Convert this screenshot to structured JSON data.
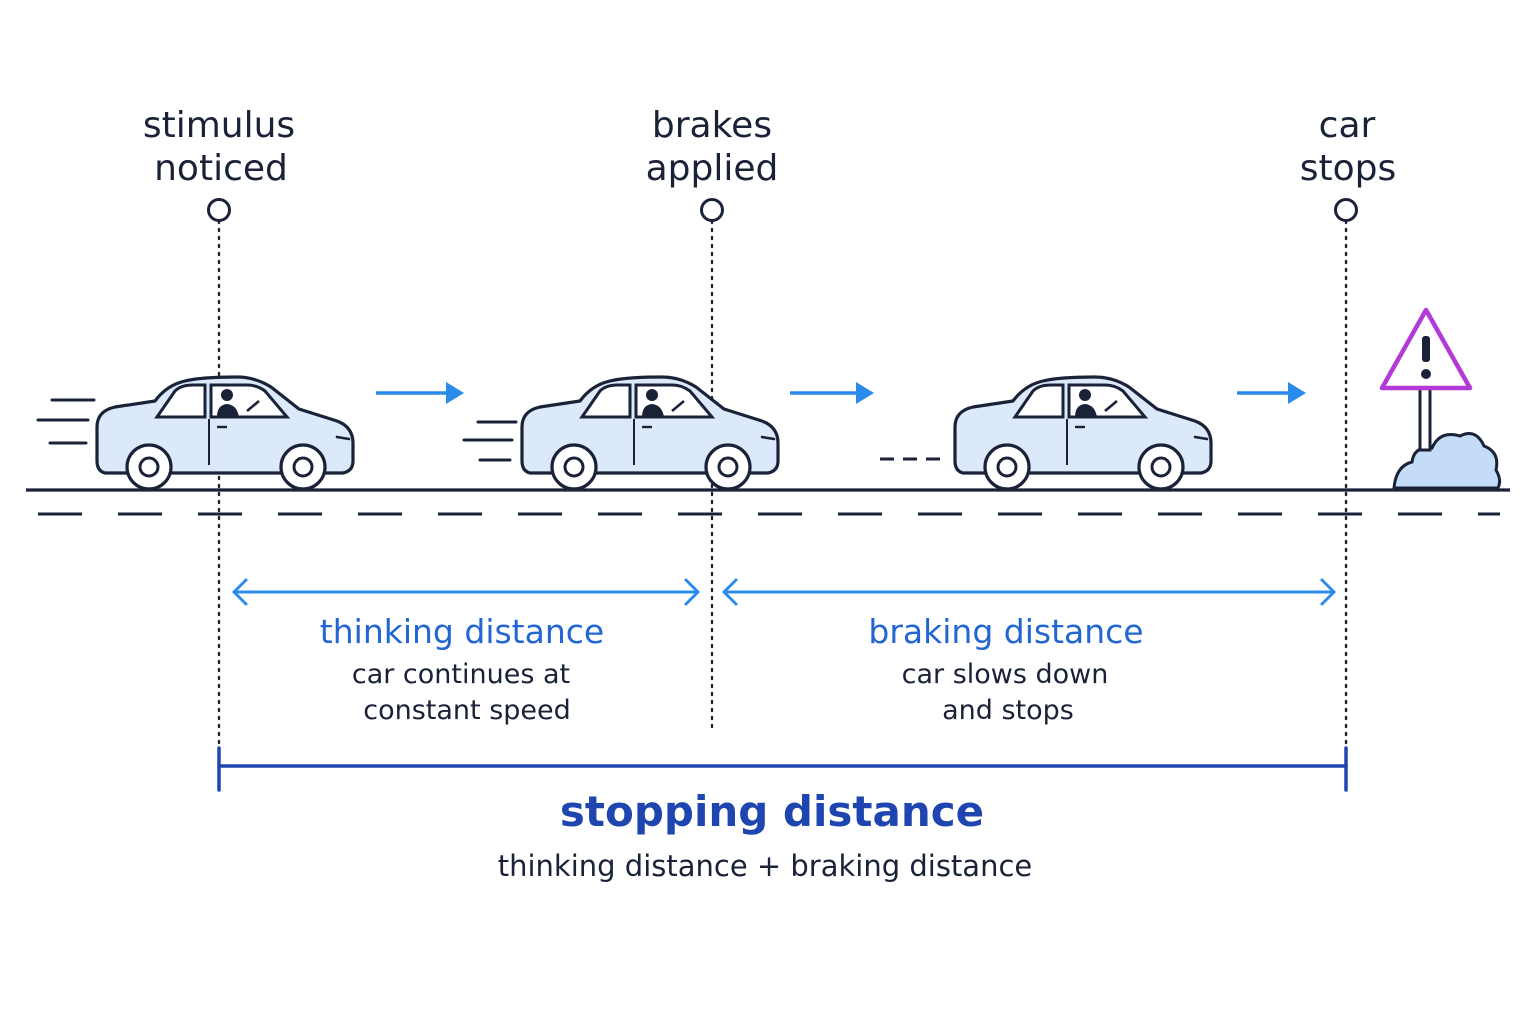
{
  "milestones": [
    {
      "id": "stimulus",
      "line1": "stimulus",
      "line2": "noticed"
    },
    {
      "id": "brakes",
      "line1": "brakes",
      "line2": "applied"
    },
    {
      "id": "stops",
      "line1": "car",
      "line2": "stops"
    }
  ],
  "segments": {
    "thinking": {
      "title": "thinking distance",
      "desc1": "car continues at",
      "desc2": "constant speed"
    },
    "braking": {
      "title": "braking distance",
      "desc1": "car slows down",
      "desc2": "and stops"
    }
  },
  "total": {
    "title": "stopping distance",
    "formula": "thinking distance + braking distance"
  },
  "colors": {
    "ink": "#1a2238",
    "accent_blue": "#2266d4",
    "arrow_blue": "#2a8bea",
    "deep_blue": "#1e45b0",
    "car_fill": "#dbe9fb",
    "bush_fill": "#c4dcf7",
    "warning_purple": "#b23ad8"
  },
  "icons": [
    "car-icon",
    "driver-icon",
    "warning-sign-icon",
    "bush-icon",
    "motion-lines-icon",
    "right-arrow-icon"
  ]
}
